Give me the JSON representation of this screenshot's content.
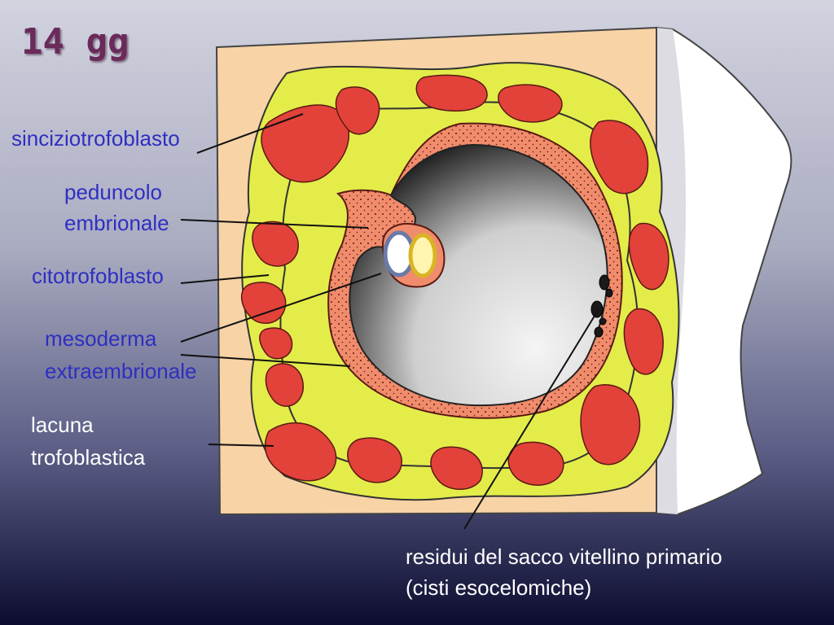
{
  "title": "14 gg",
  "labels": {
    "sinciziotrofoblasto": "sinciziotrofoblasto",
    "peduncolo_line1": "peduncolo",
    "peduncolo_line2": "embrionale",
    "citotrofoblasto": "citotrofoblasto",
    "mesoderma_line1": "mesoderma",
    "mesoderma_line2": "extraembrionale",
    "lacuna_line1": "lacuna",
    "lacuna_line2": "trofoblastica",
    "residui_line1": "residui del sacco vitellino primario",
    "residui_line2": "(cisti esocelomiche)"
  },
  "colors": {
    "label_blue": "#2e2fc2",
    "label_white": "#ffffff",
    "title": "#6a2a5a",
    "tissue_background": "#f7d3a6",
    "syncytiotrophoblast": "#e4ec4a",
    "lacunae": "#e2423a",
    "mesoderm": "#f08c6c"
  }
}
